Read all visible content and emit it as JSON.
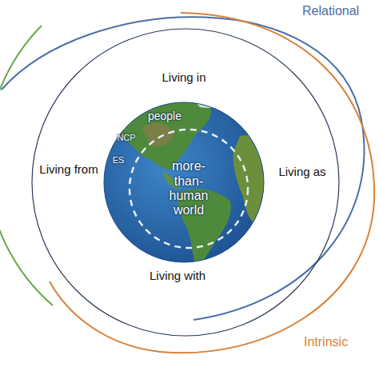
{
  "diagram": {
    "nodes": [
      {
        "text": [
          "Living in",
          "Living from",
          "Living as",
          "Living with"
        ]
      },
      {
        "text": [
          "people",
          "NCP",
          "ES"
        ],
        "in": 0
      },
      {
        "text": [
          "more-than-human world"
        ],
        "in": 1
      }
    ],
    "labels": [
      "Relational",
      "Intrinsic"
    ]
  }
}
